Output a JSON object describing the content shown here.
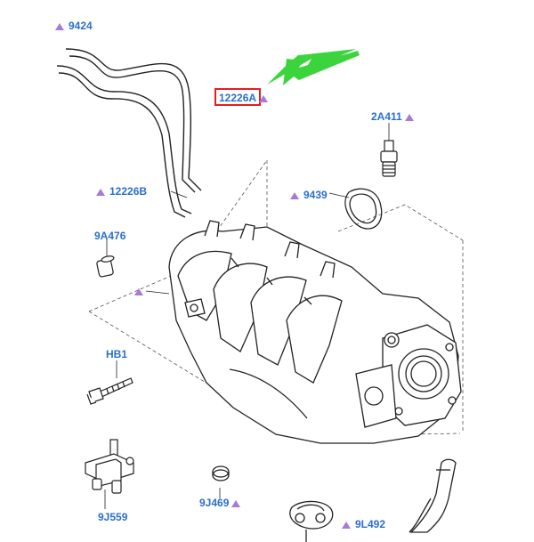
{
  "colors": {
    "label": "#2a6fc9",
    "marker": "#a77ad6",
    "highlight": "#e41e1e",
    "arrow": "#3cd43c",
    "line": "#222222"
  },
  "icons": {
    "marker": "triangle-marker-icon",
    "arrow": "green-arrow-icon"
  },
  "labels": {
    "p9424": "9424",
    "p12226A": "12226A",
    "p2A411": "2A411",
    "p12226B": "12226B",
    "p9439": "9439",
    "p9A476": "9A476",
    "pHB1": "HB1",
    "p9J559": "9J559",
    "p9J469": "9J469",
    "p9L492": "9L492"
  }
}
